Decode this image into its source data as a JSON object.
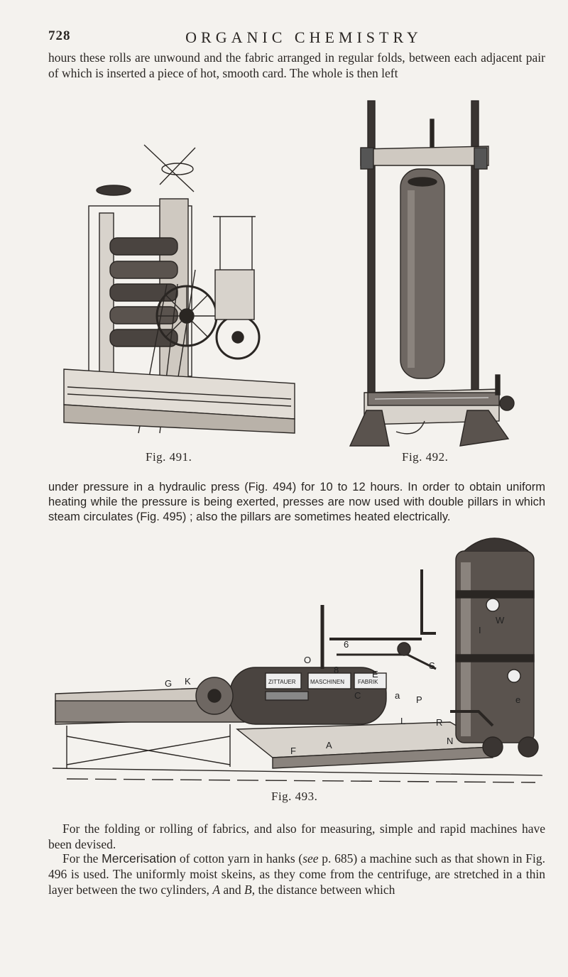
{
  "header": {
    "page_number": "728",
    "running_title": "ORGANIC CHEMISTRY"
  },
  "paragraphs": {
    "p1": "hours these rolls are unwound and the fabric arranged in regular folds, between each adjacent pair of which is inserted a piece of hot, smooth card. The whole is then left",
    "p2": "under pressure in a hydraulic press (Fig. 494) for 10 to 12 hours. In order to obtain uniform heating while the pressure is being exerted, presses are now used with double pillars in which steam circulates (Fig. 495) ; also the pillars are sometimes heated electrically.",
    "p3": "For the folding or rolling of fabrics, and also for measuring, simple and rapid machines have been devised.",
    "p4_a": "For the ",
    "p4_b": "Mercerisation",
    "p4_c": " of cotton yarn in hanks (",
    "p4_see": "see",
    "p4_d": " p. 685) a machine such as that shown in Fig. 496 is used. The uniformly moist skeins, as they come from the centrifuge, are stretched in a thin layer between the two cylinders, ",
    "p4_A": "A",
    "p4_e": " and ",
    "p4_B": "B",
    "p4_f": ", the distance between which"
  },
  "figures": {
    "fig491_caption": "Fig. 491.",
    "fig492_caption": "Fig. 492.",
    "fig493_caption": "Fig. 493.",
    "fig493_labels": {
      "G": "G",
      "K": "K",
      "O": "O",
      "six": "6",
      "eight": "8",
      "E": "E",
      "C": "C",
      "a": "a",
      "S": "S",
      "P": "P",
      "W": "W",
      "I": "I",
      "R": "R",
      "N": "N",
      "F": "F",
      "A": "A",
      "L": "L",
      "e": "e"
    },
    "fig493_plates": {
      "plate1": "ZITTAUER",
      "plate2": "MASCHINEN",
      "plate3": "FABRIK"
    }
  }
}
